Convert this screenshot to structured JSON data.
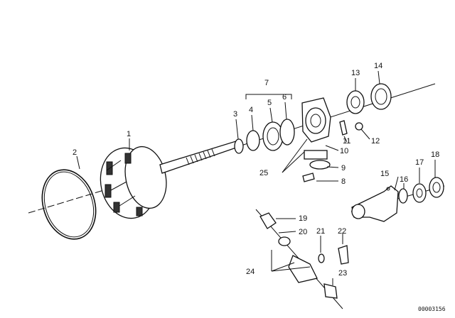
{
  "diagram": {
    "reference": "00003156",
    "labels": {
      "p1": "1",
      "p2": "2",
      "p3": "3",
      "p4": "4",
      "p5": "5",
      "p6": "6",
      "p7": "7",
      "p8": "8",
      "p9": "9",
      "p10": "10",
      "p11": "11",
      "p12": "12",
      "p13": "13",
      "p14": "14",
      "p15": "15",
      "p16": "16",
      "p17": "17",
      "p18": "18",
      "p19": "19",
      "p20": "20",
      "p21": "21",
      "p22": "22",
      "p23": "23",
      "p24": "24",
      "p25": "25"
    }
  }
}
